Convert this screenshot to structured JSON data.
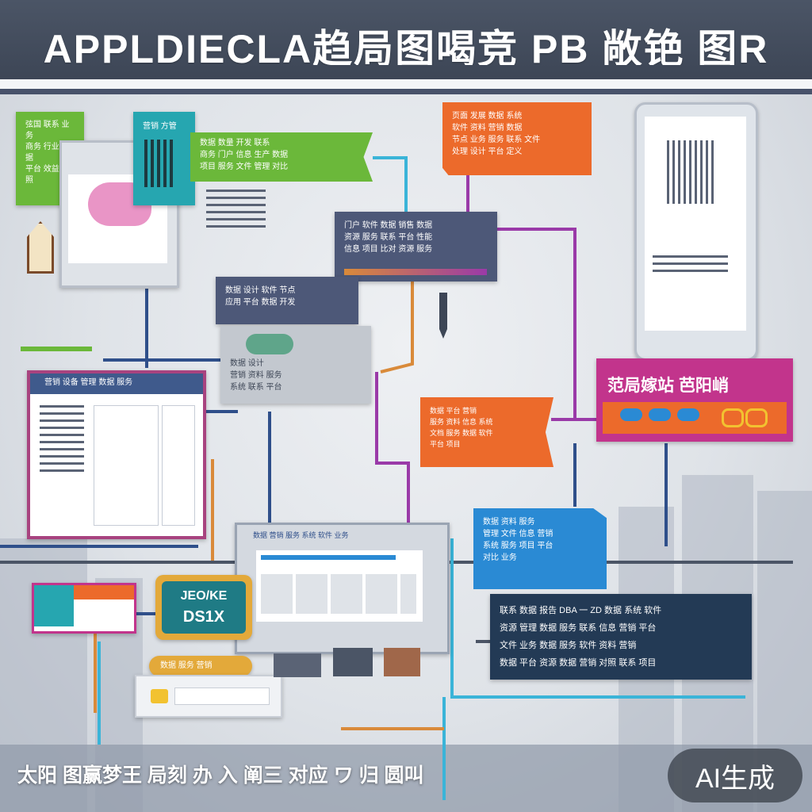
{
  "header": {
    "title": "APPLDIECLA趋局图喝竞 PB 敞铯 图R"
  },
  "cards": {
    "green_note": "弦国 联系 业务\n商务 行业 数据\n平台 效益 对照",
    "teal_note": "营销 方管",
    "green_banner": "数据 数量 开发 联系\n商务 门户 信息 生产 数据\n项目 服务 文件 管理 对比",
    "orange_top": "页面 发展 数据 系统\n软件 资料 营销 数据\n节点 业务 服务 联系 文件\n处理 设计 平台 定义",
    "slate_center": "门户 软件 数据 销售 数据\n资源 服务 联系 平台 性能\n信息 项目 比对 资源 服务",
    "mid_panel": "数据 设计 软件 节点\n应用 平台 数据 开发",
    "gray_lower": "数据 设计\n营销 资料 服务\n系统 联系 平台",
    "left_window_header": "营销 设备 管理 数据 服务",
    "magenta_title": "范局嫁站 芭阳峭",
    "orange_mid": "数据 平台 营销\n服务 资料 信息 系统\n文档 服务 数据 软件\n平台 项目",
    "center_screen_header": "数据 营销 服务 系统 软件 业务",
    "blue_card": "数据 资料 服务\n管理 文件 信息 营销\n系统 服务 项目 平台\n对比 业务",
    "db_line1": "JEO/KE",
    "db_line2": "DS1X",
    "navy_panel": "联系 数据 报告 DBA 一 ZD 数据 系统 软件\n资源 管理 数据 服务 联系 信息 营销 平台\n文件 业务 数据 服务 软件 资料 营销\n数据 平台 资源 数据 营销 对照 联系 项目",
    "orange_pill": "数据 服务 营销"
  },
  "footer": {
    "caption": "太阳 图赢梦王 局刻 办 入 阐三 对应 ワ 归 圆叫",
    "ai_badge": "AI生成"
  },
  "colors": {
    "header_bg": "#434d5e",
    "green": "#6bb83a",
    "teal": "#26a6b0",
    "orange": "#ec6a2b",
    "slate": "#4d5878",
    "magenta": "#c2348c",
    "blue": "#2a8ad4",
    "navy": "#233a55",
    "gold": "#e3a93a",
    "connector_purple": "#9a3aa8",
    "connector_blue": "#2f4f8a",
    "connector_orange": "#d98a3a",
    "connector_cyan": "#3ab4d8"
  },
  "icons": [
    "monitor-icon",
    "pencil-icon",
    "lock-icon",
    "database-icon",
    "phone-icon",
    "chat-bubble-icon"
  ]
}
